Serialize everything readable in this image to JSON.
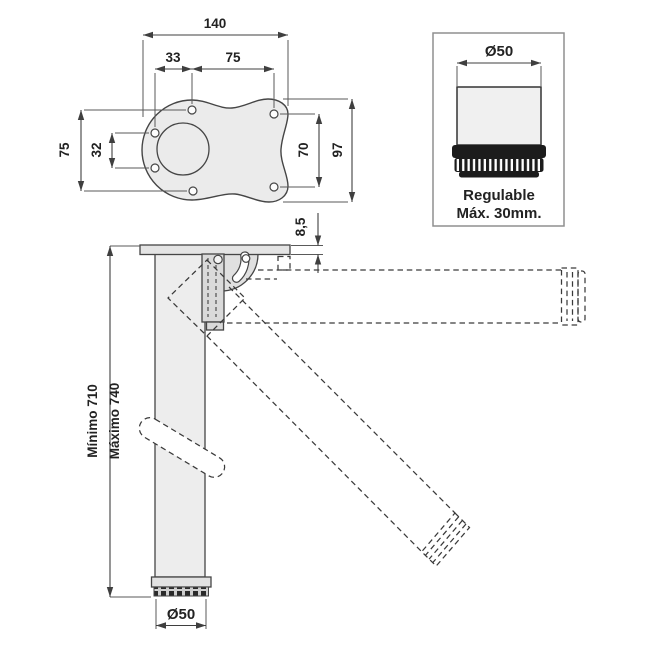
{
  "drawing": {
    "top_view": {
      "dim_overall_width": "140",
      "dim_hole_offset": "33",
      "dim_hole_spacing_top": "75",
      "dim_left_height": "75",
      "dim_left_inner": "32",
      "dim_right_inner": "70",
      "dim_right_total": "97"
    },
    "detail_box": {
      "dim_diameter": "Ø50",
      "label_line1": "Regulable",
      "label_line2": "Máx. 30mm."
    },
    "side_view": {
      "dim_plate_thickness": "8,5",
      "dim_min_height": "Mínimo 710",
      "dim_max_height": "Máximo 740",
      "dim_foot_diameter": "Ø50"
    }
  },
  "colors": {
    "line": "#3f3f3f",
    "fill_light": "#ebebeb",
    "fill_mid": "#dcdcdc",
    "black": "#1c1c1c",
    "box_border": "#8f8f8f",
    "background": "#ffffff"
  }
}
